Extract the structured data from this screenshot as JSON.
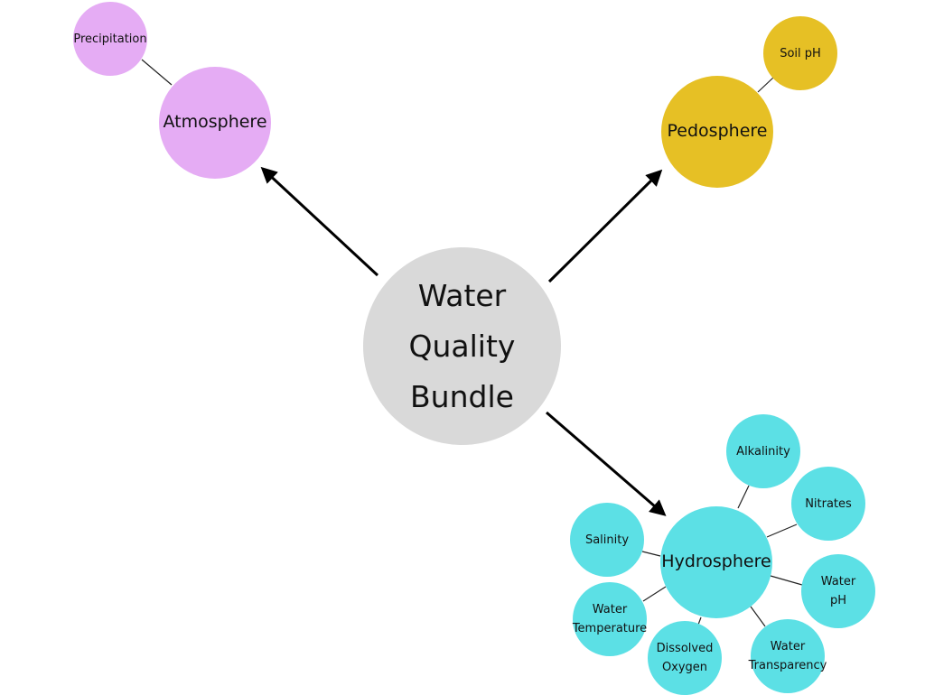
{
  "center": {
    "label_lines": [
      "Water",
      "Quality",
      "Bundle"
    ],
    "color": "#d9d9d9"
  },
  "branches": [
    {
      "label": "Atmosphere",
      "color": "#e5acf4",
      "children": [
        "Precipitation"
      ]
    },
    {
      "label": "Pedosphere",
      "color": "#e6c025",
      "children": [
        "Soil pH"
      ]
    },
    {
      "label": "Hydrosphere",
      "color": "#5ce0e5",
      "children": [
        "Alkalinity",
        "Nitrates",
        "Water pH",
        "Water Transparency",
        "Dissolved Oxygen",
        "Water Temperature",
        "Salinity"
      ]
    }
  ],
  "labels": {
    "center_l1": "Water",
    "center_l2": "Quality",
    "center_l3": "Bundle",
    "atmosphere": "Atmosphere",
    "precipitation": "Precipitation",
    "pedosphere": "Pedosphere",
    "soil_ph": "Soil pH",
    "hydrosphere": "Hydrosphere",
    "alkalinity": "Alkalinity",
    "nitrates": "Nitrates",
    "water_ph_l1": "Water",
    "water_ph_l2": "pH",
    "transparency_l1": "Water",
    "transparency_l2": "Transparency",
    "oxygen_l1": "Dissolved",
    "oxygen_l2": "Oxygen",
    "temperature_l1": "Water",
    "temperature_l2": "Temperature",
    "salinity": "Salinity"
  }
}
